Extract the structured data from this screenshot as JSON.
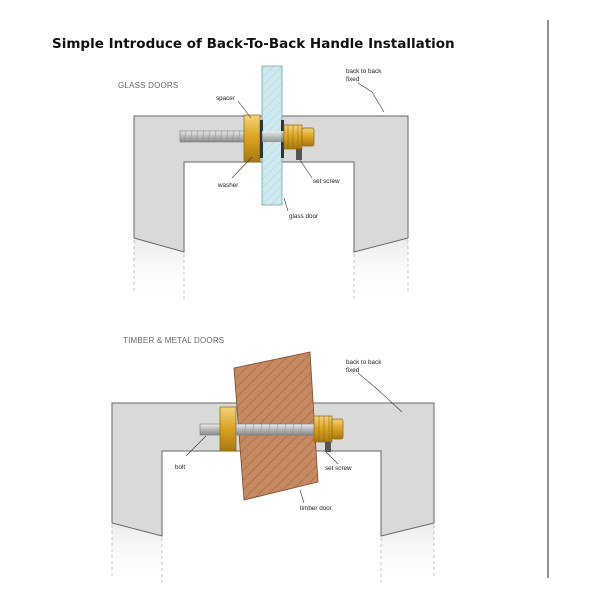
{
  "title": "Simple Introduce of Back-To-Back Handle Installation",
  "glass": {
    "section_label": "GLASS DOORS",
    "labels": {
      "spacer": "spacer",
      "back_to_back_1": "back to back",
      "back_to_back_2": "fixed",
      "washer": "washer",
      "set_screw": "set screw",
      "glass_door": "glass door"
    }
  },
  "timber": {
    "section_label": "TIMBER & METAL DOORS",
    "labels": {
      "back_to_back_1": "back to back",
      "back_to_back_2": "fixed",
      "bolt": "bolt",
      "set_screw": "set screw",
      "timber_door": "timber door"
    }
  },
  "colors": {
    "handle_fill": "#d6d6d6",
    "handle_stroke": "#666666",
    "glass_fill": "#cde9ec",
    "timber_fill": "#c08660",
    "brass": "#e3b12a",
    "bolt": "#bdbdbd"
  }
}
